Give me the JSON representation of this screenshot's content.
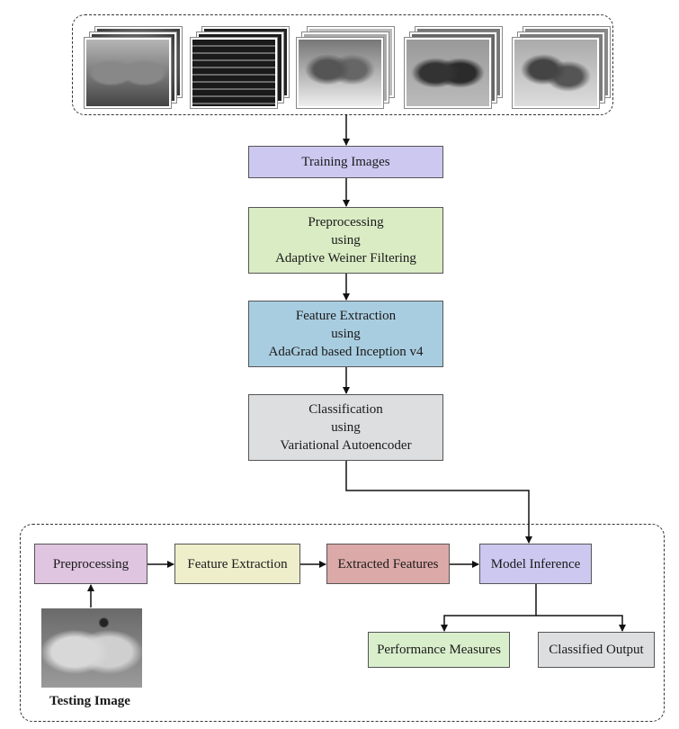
{
  "colors": {
    "training": "#cdc8f0",
    "preprocessing": "#daecc4",
    "feature_extraction": "#a9cde0",
    "classification": "#dcdedf",
    "test_preprocessing": "#dfc5e0",
    "test_feature_extraction": "#eeeecb",
    "extracted_features": "#dba9a8",
    "model_inference": "#cdc8f0",
    "performance_measures": "#d9efcc",
    "classified_output": "#dcdedf"
  },
  "training_phase": {
    "training_images": "Training Images",
    "preprocessing": [
      "Preprocessing",
      "using",
      "Adaptive Weiner Filtering"
    ],
    "feature_extraction": [
      "Feature Extraction",
      "using",
      "AdaGrad based Inception v4"
    ],
    "classification": [
      "Classification",
      "using",
      "Variational Autoencoder"
    ]
  },
  "testing_phase": {
    "preprocessing": "Preprocessing",
    "feature_extraction": "Feature Extraction",
    "extracted_features": "Extracted Features",
    "model_inference": "Model Inference",
    "performance_measures": "Performance Measures",
    "classified_output": "Classified Output",
    "testing_image_caption": "Testing Image"
  }
}
